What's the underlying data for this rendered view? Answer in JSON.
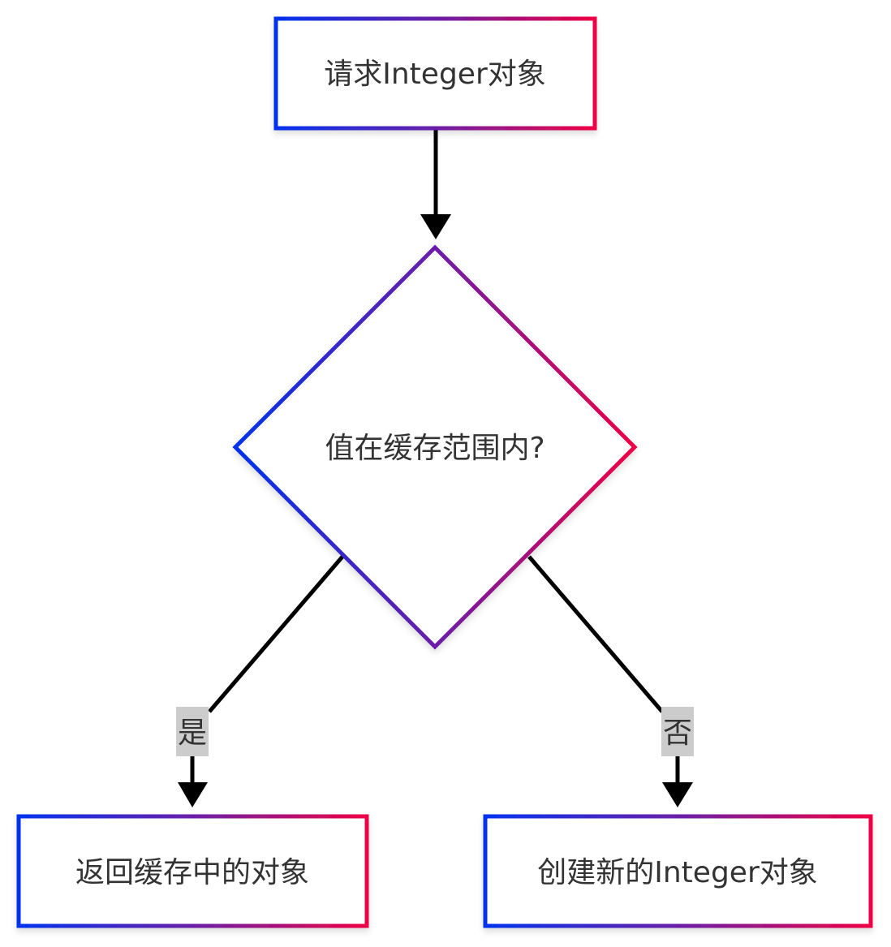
{
  "diagram": {
    "type": "flowchart",
    "colors": {
      "gradient_start": "#0033ee",
      "gradient_mid": "#6a1fa8",
      "gradient_end": "#ee0044",
      "edge": "#000000",
      "text": "#333333",
      "label_bg": "#cccccc",
      "node_fill": "#ffffff"
    },
    "nodes": {
      "start": {
        "label": "请求Integer对象",
        "shape": "rectangle"
      },
      "decision": {
        "label": "值在缓存范围内?",
        "shape": "diamond"
      },
      "yes_result": {
        "label": "返回缓存中的对象",
        "shape": "rectangle"
      },
      "no_result": {
        "label": "创建新的Integer对象",
        "shape": "rectangle"
      }
    },
    "edges": [
      {
        "from": "start",
        "to": "decision",
        "label": ""
      },
      {
        "from": "decision",
        "to": "yes_result",
        "label": "是"
      },
      {
        "from": "decision",
        "to": "no_result",
        "label": "否"
      }
    ]
  }
}
